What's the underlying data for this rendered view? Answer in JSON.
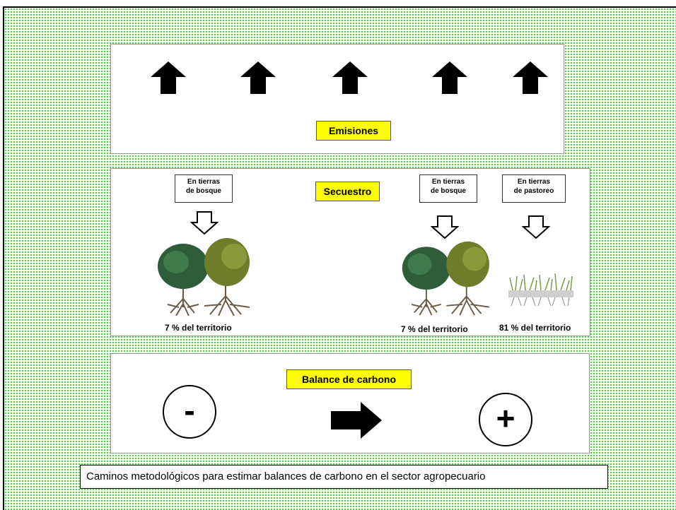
{
  "emissions": {
    "label": "Emisiones",
    "arrow_icon": "up-arrow-icon",
    "arrow_count": 5
  },
  "sequestration": {
    "label": "Secuestro",
    "items": [
      {
        "land_line1": "En tierras",
        "land_line2": "de bosque",
        "coverage": "7 % del territorio",
        "image": "forest-trees-icon"
      },
      {
        "land_line1": "En tierras",
        "land_line2": "de bosque",
        "coverage": "7 % del territorio",
        "image": "forest-trees-icon"
      },
      {
        "land_line1": "En tierras",
        "land_line2": "de pastoreo",
        "coverage": "81 % del territorio",
        "image": "grassland-icon"
      }
    ]
  },
  "balance": {
    "label": "Balance de carbono",
    "negative_sign": "-",
    "positive_sign": "+",
    "arrow_icon": "right-arrow-icon"
  },
  "caption": "Caminos metodológicos para estimar balances de carbono en el sector agropecuario",
  "colors": {
    "label_background": "#ffff00",
    "background_pattern": "#35c235",
    "arrow": "#000000"
  }
}
